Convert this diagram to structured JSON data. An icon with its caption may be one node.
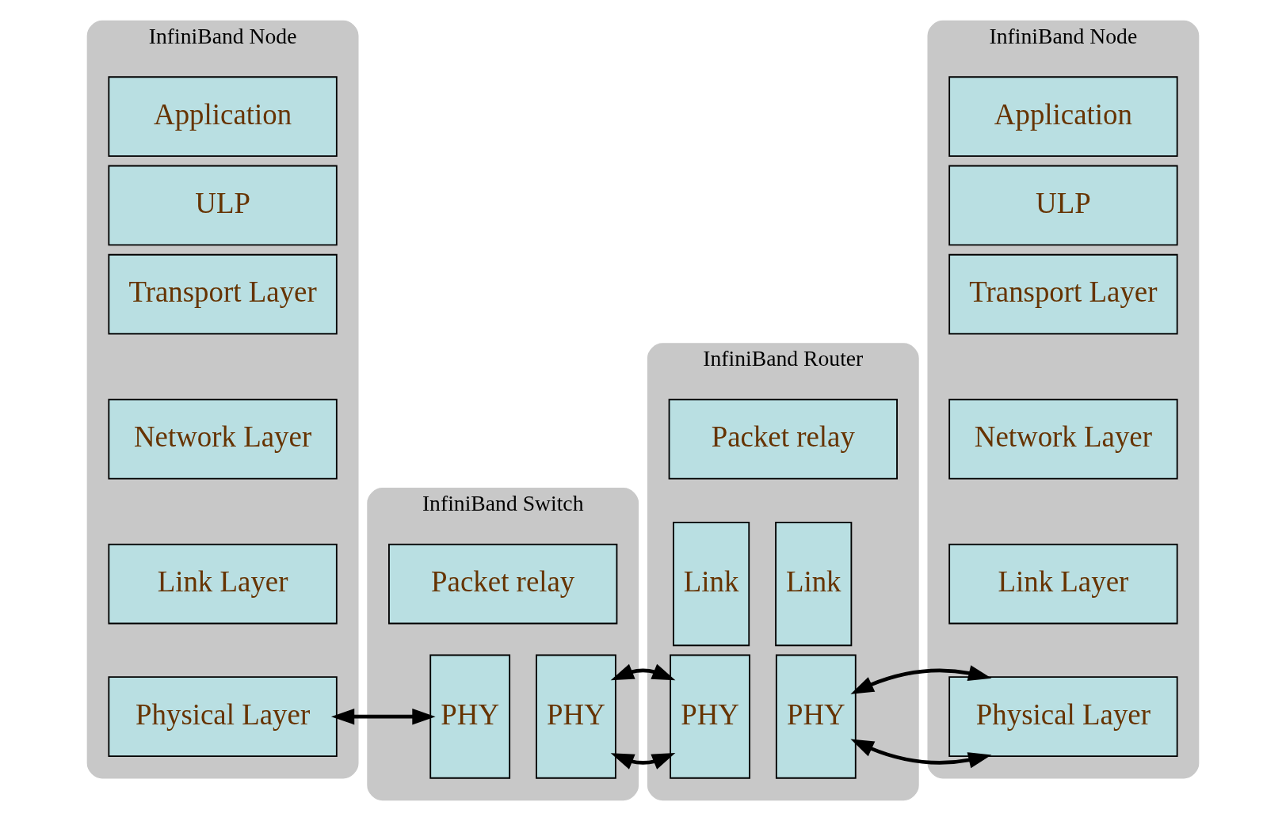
{
  "diagram": {
    "nodes": [
      {
        "text": [
          "InfiniBand Node"
        ]
      },
      {
        "text": [
          "Application"
        ],
        "in": 0
      },
      {
        "text": [
          "ULP"
        ],
        "in": 0
      },
      {
        "text": [
          "Transport Layer"
        ],
        "in": 0
      },
      {
        "text": [
          "Network Layer"
        ],
        "in": 0
      },
      {
        "text": [
          "Link Layer"
        ],
        "in": 0
      },
      {
        "text": [
          "Physical Layer"
        ],
        "in": 0
      },
      {
        "text": [
          "InfiniBand Switch"
        ]
      },
      {
        "text": [
          "Packet relay"
        ],
        "in": 7
      },
      {
        "text": [
          "PHY"
        ],
        "in": 7
      },
      {
        "text": [
          "PHY"
        ],
        "in": 7
      },
      {
        "text": [
          "InfiniBand Router"
        ]
      },
      {
        "text": [
          "Packet relay"
        ],
        "in": 11
      },
      {
        "text": [
          "Link"
        ],
        "in": 11
      },
      {
        "text": [
          "Link"
        ],
        "in": 11
      },
      {
        "text": [
          "PHY"
        ],
        "in": 11
      },
      {
        "text": [
          "PHY"
        ],
        "in": 11
      },
      {
        "text": [
          "InfiniBand Node"
        ]
      },
      {
        "text": [
          "Application"
        ],
        "in": 17
      },
      {
        "text": [
          "ULP"
        ],
        "in": 17
      },
      {
        "text": [
          "Transport Layer"
        ],
        "in": 17
      },
      {
        "text": [
          "Network Layer"
        ],
        "in": 17
      },
      {
        "text": [
          "Link Layer"
        ],
        "in": 17
      },
      {
        "text": [
          "Physical Layer"
        ],
        "in": 17
      }
    ],
    "edges": [
      {
        "from": 6,
        "to": 9,
        "arrow": "both"
      },
      {
        "from": 10,
        "to": 15,
        "arrow": "both"
      },
      {
        "from": 16,
        "to": 23,
        "arrow": "both"
      }
    ]
  }
}
